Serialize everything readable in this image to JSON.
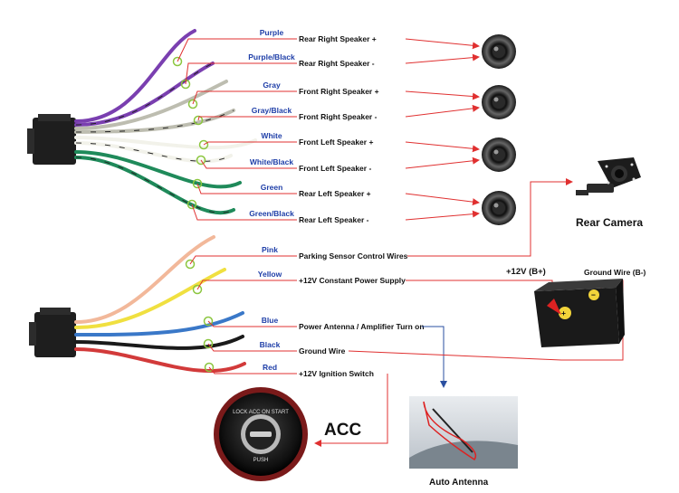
{
  "wires_top": [
    {
      "color_label": "Purple",
      "function": "Rear Right Speaker +",
      "wire_color": "#7a3fb0",
      "stripe": null
    },
    {
      "color_label": "Purple/Black",
      "function": "Rear Right Speaker -",
      "wire_color": "#7a3fb0",
      "stripe": "#222222"
    },
    {
      "color_label": "Gray",
      "function": "Front Right Speaker +",
      "wire_color": "#bdbdb0",
      "stripe": null
    },
    {
      "color_label": "Gray/Black",
      "function": "Front Right Speaker -",
      "wire_color": "#bdbdb0",
      "stripe": "#222222"
    },
    {
      "color_label": "White",
      "function": "Front Left Speaker +",
      "wire_color": "#f2f2ea",
      "stripe": null
    },
    {
      "color_label": "White/Black",
      "function": "Front Left Speaker -",
      "wire_color": "#f2f2ea",
      "stripe": "#222222"
    },
    {
      "color_label": "Green",
      "function": "Rear Left Speaker +",
      "wire_color": "#1f8a5a",
      "stripe": null
    },
    {
      "color_label": "Green/Black",
      "function": "Rear Left Speaker -",
      "wire_color": "#1f8a5a",
      "stripe": "#222222"
    }
  ],
  "wires_bottom": [
    {
      "color_label": "Pink",
      "function": "Parking Sensor Control Wires",
      "wire_color": "#f2b89a"
    },
    {
      "color_label": "Yellow",
      "function": "+12V Constant Power Supply",
      "wire_color": "#f0e040"
    },
    {
      "color_label": "Blue",
      "function": "Power Antenna / Amplifier Turn on",
      "wire_color": "#3a78c8"
    },
    {
      "color_label": "Black",
      "function": "Ground Wire",
      "wire_color": "#1a1a1a"
    },
    {
      "color_label": "Red",
      "function": "+12V  Ignition Switch",
      "wire_color": "#d23a3a"
    }
  ],
  "labels": {
    "rear_camera": "Rear Camera",
    "battery_positive": "+12V  (B+)",
    "battery_ground": "Ground Wire (B-)",
    "acc": "ACC",
    "auto_antenna": "Auto Antenna",
    "ignition_ring": "LOCK ACC ON START",
    "ignition_push": "PUSH"
  },
  "colors": {
    "connector_line": "#e03030",
    "label_blue": "#1f3fa8",
    "marker_circle": "#8cc63f",
    "antenna_arrow": "#2a4fa0"
  }
}
